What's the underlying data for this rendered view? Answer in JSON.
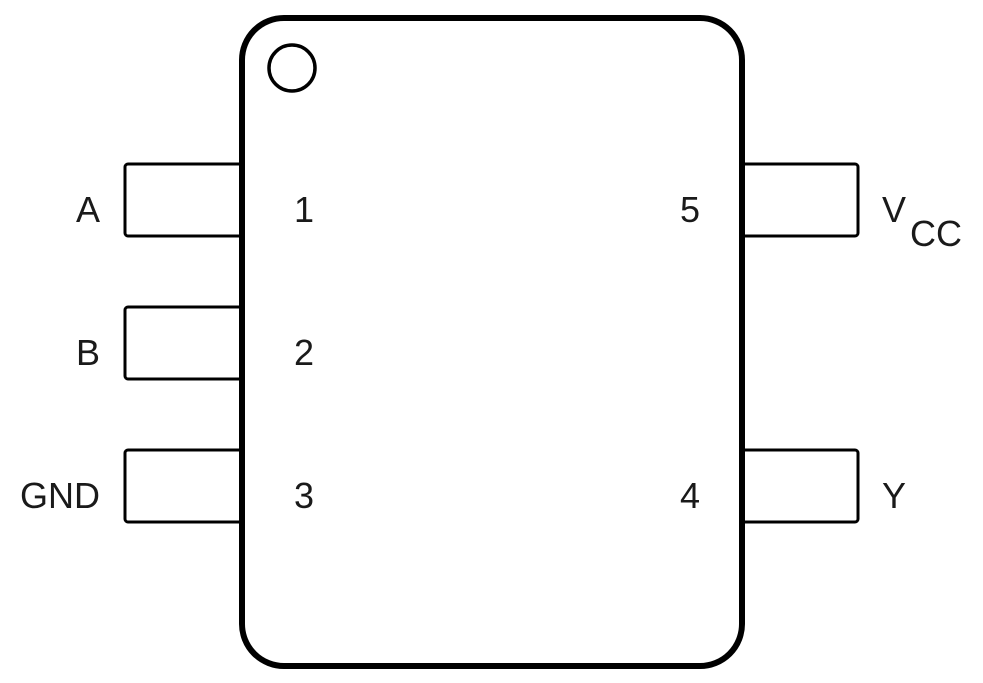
{
  "diagram": {
    "stroke_color": "#000000",
    "text_color": "#1a1a1a",
    "pins": [
      {
        "number": "1",
        "name": "A"
      },
      {
        "number": "2",
        "name": "B"
      },
      {
        "number": "3",
        "name": "GND"
      },
      {
        "number": "4",
        "name": "Y"
      },
      {
        "number": "5",
        "name": "V",
        "name_subscript": "CC"
      }
    ]
  }
}
